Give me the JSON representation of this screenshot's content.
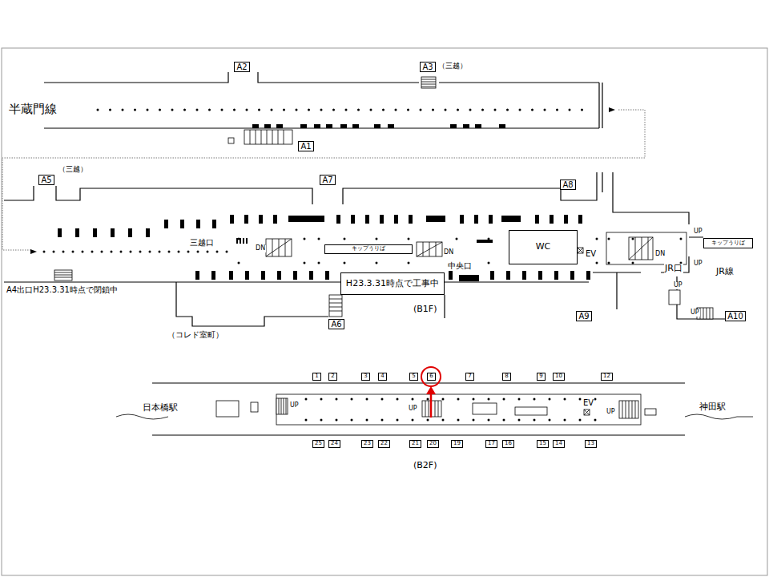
{
  "diagram": {
    "nodes": [
      {
        "text": [
          "A2"
        ]
      },
      {
        "text": [
          "A3"
        ]
      },
      {
        "text": [
          "A1"
        ]
      },
      {
        "text": [
          "A5"
        ]
      },
      {
        "text": [
          "A7"
        ]
      },
      {
        "text": [
          "A8"
        ]
      },
      {
        "text": [
          "キップうりば"
        ]
      },
      {
        "text": [
          "WC"
        ]
      },
      {
        "text": [
          "キップうりば"
        ]
      },
      {
        "text": [
          "H23.3.31時点で工事中"
        ]
      },
      {
        "text": [
          "A6"
        ]
      },
      {
        "text": [
          "A9"
        ]
      },
      {
        "text": [
          "A10"
        ]
      },
      {
        "text": [
          "1"
        ]
      },
      {
        "text": [
          "2"
        ]
      },
      {
        "text": [
          "3"
        ]
      },
      {
        "text": [
          "4"
        ]
      },
      {
        "text": [
          "5"
        ]
      },
      {
        "text": [
          "6"
        ]
      },
      {
        "text": [
          "7"
        ]
      },
      {
        "text": [
          "8"
        ]
      },
      {
        "text": [
          "9"
        ]
      },
      {
        "text": [
          "10"
        ]
      },
      {
        "text": [
          "12"
        ]
      },
      {
        "text": [
          "25"
        ]
      },
      {
        "text": [
          "24"
        ]
      },
      {
        "text": [
          "23"
        ]
      },
      {
        "text": [
          "22"
        ]
      },
      {
        "text": [
          "21"
        ]
      },
      {
        "text": [
          "20"
        ]
      },
      {
        "text": [
          "19"
        ]
      },
      {
        "text": [
          "17"
        ]
      },
      {
        "text": [
          "16"
        ]
      },
      {
        "text": [
          "15"
        ]
      },
      {
        "text": [
          "14"
        ]
      },
      {
        "text": [
          "13"
        ]
      }
    ],
    "labels": [
      "半蔵門線",
      "（三越）",
      "（三越）",
      "三越口",
      "DN",
      "中央口",
      "DN",
      "EV",
      "DN",
      "UP",
      "JR口",
      "UP",
      "JR線",
      "UP",
      "UP",
      "(B1F)",
      "（コレド室町）",
      "A4出口H23.3.31時点で閉鎖中",
      "日本橋駅",
      "UP",
      "UP",
      "EV",
      "UP",
      "神田駅",
      "(B2F)"
    ]
  }
}
